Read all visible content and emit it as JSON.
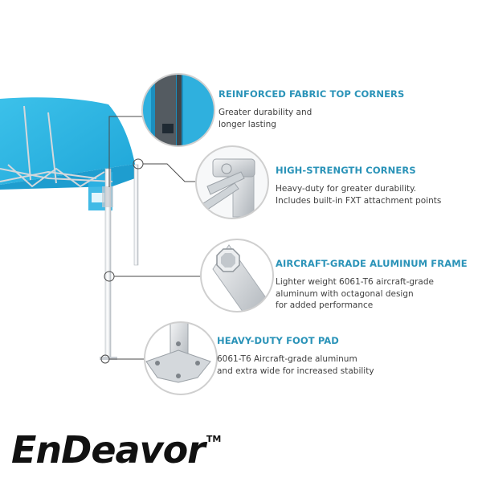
{
  "features": [
    {
      "title": "REINFORCED FABRIC TOP CORNERS",
      "description": [
        "Greater durability and",
        "longer lasting"
      ]
    },
    {
      "title": "HIGH-STRENGTH CORNERS",
      "description": [
        "Heavy-duty for greater durability.",
        "Includes built-in FXT attachment points"
      ]
    },
    {
      "title": "AIRCRAFT-GRADE ALUMINUM FRAME",
      "description": [
        "Lighter weight 6061-T6 aircraft-grade",
        "aluminum with octagonal design",
        "for added performance"
      ]
    },
    {
      "title": "HEAVY-DUTY FOOT PAD",
      "description": [
        "6061-T6 Aircraft-grade aluminum",
        "and extra wide for increased stability"
      ]
    }
  ],
  "brand": {
    "name": "EnDeavor",
    "trademark": "TM"
  },
  "colors": {
    "canopy": "#35b8e4",
    "accent": "#2a93b8",
    "frame": "#c9ced3",
    "circle_border": "#cfcfcf"
  }
}
